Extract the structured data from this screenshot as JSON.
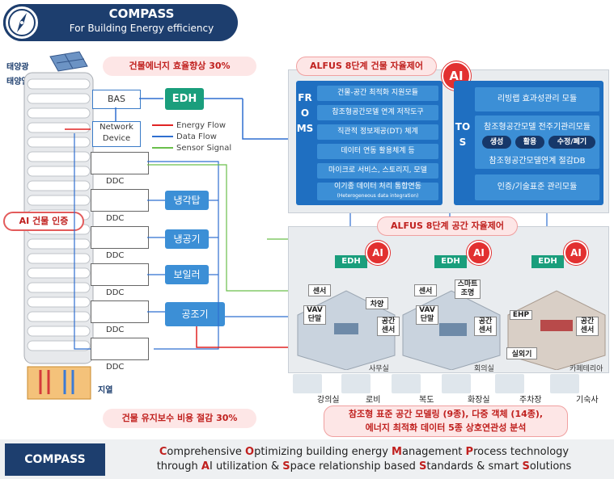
{
  "header": {
    "title": "COMPASS",
    "subtitle": "For Building Energy efficiency",
    "icon": "compass-icon"
  },
  "side_labels": {
    "solar_power": "태양광",
    "solar_heat": "태양열",
    "geothermal": "지열"
  },
  "callouts": {
    "energy_efficiency": "건물에너지 효율향상 30%",
    "ai_certification": "AI 건물 인증",
    "maintenance_saving": "건물 유지보수 비용 절감 30%",
    "building_control": "ALFUS 8단계 건물 자율제어",
    "space_control": "ALFUS 8단계 공간 자율제어",
    "modeling": [
      "참조형 표준 공간 모델링 (9종), 다중 객체 (14종),",
      "에너지 최적화 데이터 5종 상호연관성 분석"
    ]
  },
  "system": {
    "bas": "BAS",
    "network_device": [
      "Network",
      "Device"
    ],
    "edh": "EDH",
    "ddc": "DDC"
  },
  "legend": [
    {
      "label": "Energy Flow",
      "color": "#e02424"
    },
    {
      "label": "Data Flow",
      "color": "#2f6fd0"
    },
    {
      "label": "Sensor Signal",
      "color": "#6abf4b"
    }
  ],
  "equipment": {
    "cooling_tower": "냉각탑",
    "chiller": "냉공기",
    "boiler": "보일러",
    "ahu": "공조기"
  },
  "froms": {
    "title": "FROMS",
    "modules": [
      "건물-공간 최적화 지원모듈",
      "참조형공간모델 연계 저작도구",
      "직관적 정보제공(DT) 체계",
      "데이터 연동 활용체계 등",
      "마이크로 서비스, 스토리지, 모델",
      "이기종 데이터 처리 통합연동"
    ],
    "module_note": "(Heterogeneous data integration)"
  },
  "tos": {
    "title": "TOS",
    "modules": [
      "리빙랩 효과성관리 모듈",
      "참조형공간모델 전주기관리모듈",
      "참조형공간모델연계 절감DB",
      "인증/기술표준 관리모듈"
    ],
    "lifecycle": [
      "생성",
      "활용",
      "수정/폐기"
    ]
  },
  "ai_label": "AI",
  "rooms": {
    "office": "사무실",
    "meeting": "회의실",
    "cafeteria": "카페테리아",
    "sensor": "센서",
    "vav": [
      "VAV",
      "단말"
    ],
    "blind": "차양",
    "space_sensor": [
      "공간",
      "센서"
    ],
    "smart_light": [
      "스마트",
      "조명"
    ],
    "ehp": "EHP",
    "outdoor_unit": "실외기"
  },
  "space_types": [
    "강의실",
    "로비",
    "복도",
    "화장실",
    "주차장",
    "기숙사"
  ],
  "bottom": {
    "badge": "COMPASS",
    "line1": [
      [
        "C",
        "omprehensive "
      ],
      [
        "O",
        "ptimizing building energy "
      ],
      [
        "M",
        "anagement "
      ],
      [
        "P",
        "rocess technology"
      ]
    ],
    "line2": [
      [
        "",
        "through "
      ],
      [
        "A",
        "I utilization & "
      ],
      [
        "S",
        "pace relationship based "
      ],
      [
        "S",
        "tandards & smart "
      ],
      [
        "S",
        "olutions"
      ]
    ]
  }
}
